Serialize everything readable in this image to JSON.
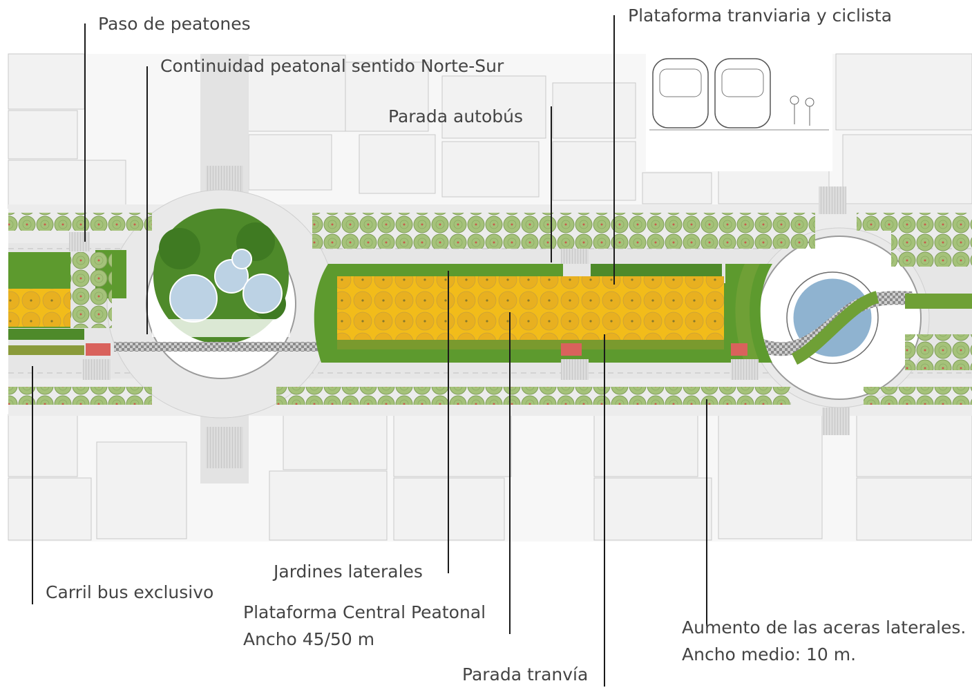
{
  "labels": {
    "paso_peatones": "Paso de peatones",
    "continuidad_peatonal": "Continuidad peatonal sentido Norte-Sur",
    "parada_autobus": "Parada autobús",
    "plataforma_tranviaria": "Plataforma tranviaria y ciclista",
    "jardines_laterales": "Jardines laterales",
    "carril_bus": "Carril bus exclusivo",
    "plataforma_central_1": "Plataforma Central Peatonal",
    "plataforma_central_2": "Ancho 45/50 m",
    "aumento_aceras_1": "Aumento de las aceras laterales.",
    "aumento_aceras_2": "Ancho medio: 10 m.",
    "parada_tranvia": "Parada tranvía"
  },
  "colors": {
    "garden_green": "#5d9a2e",
    "platform_yellow": "#f2bc1a",
    "tree_green": "#a5c27a",
    "fountain_blue": "#aec8dc",
    "crossing_red": "#d9625c",
    "pavement_grey": "#e6e6e6",
    "building_line": "#c8c8c8"
  }
}
